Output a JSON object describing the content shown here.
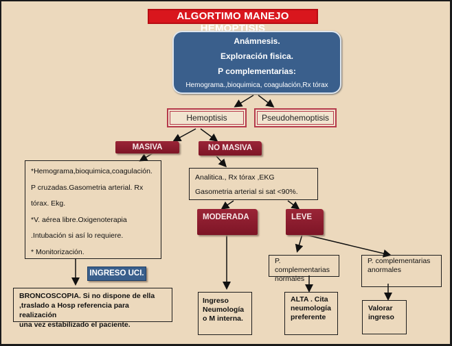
{
  "title": "ALGORTIMO MANEJO HEMOPTISIS",
  "initial_eval": {
    "line1": "Anámnesis.",
    "line2": "Exploración fisica.",
    "line3": "P complementarias:",
    "line4": "Hemograma.,bioquimica, coagulación,Rx tórax"
  },
  "branch": {
    "hemoptisis": "Hemoptisis",
    "pseudo": "Pseudohemoptisis"
  },
  "masiva": {
    "label": "MASIVA",
    "lines": [
      "*Hemograma,bioquimica,coagulación.",
      "P cruzadas.Gasometria arterial. Rx",
      "tórax. Ekg.",
      "*V. aérea libre.Oxigenoterapia",
      ".Intubación si así lo requiere.",
      "* Monitorización."
    ],
    "uci": "INGRESO UCI.",
    "bronco": [
      "BRONCOSCOPIA. Si no dispone de ella",
      ",traslado a Hosp referencia para realización",
      "una vez estabilizado el paciente."
    ]
  },
  "no_masiva": {
    "label": "NO MASIVA",
    "lines": [
      "Analitica., Rx tórax ,EKG",
      "Gasometria arterial si sat <90%."
    ],
    "moderada": {
      "label": "MODERADA",
      "result": [
        "Ingreso",
        "Neumología",
        "o M interna."
      ]
    },
    "leve": {
      "label": "LEVE",
      "normales": [
        "P. complementarias",
        "normales"
      ],
      "normales_result": [
        "ALTA . Cita",
        "neumología",
        "preferente"
      ],
      "anormales": [
        "P. complementarias",
        "anormales"
      ],
      "anormales_result": [
        "Valorar",
        "ingreso"
      ]
    }
  }
}
